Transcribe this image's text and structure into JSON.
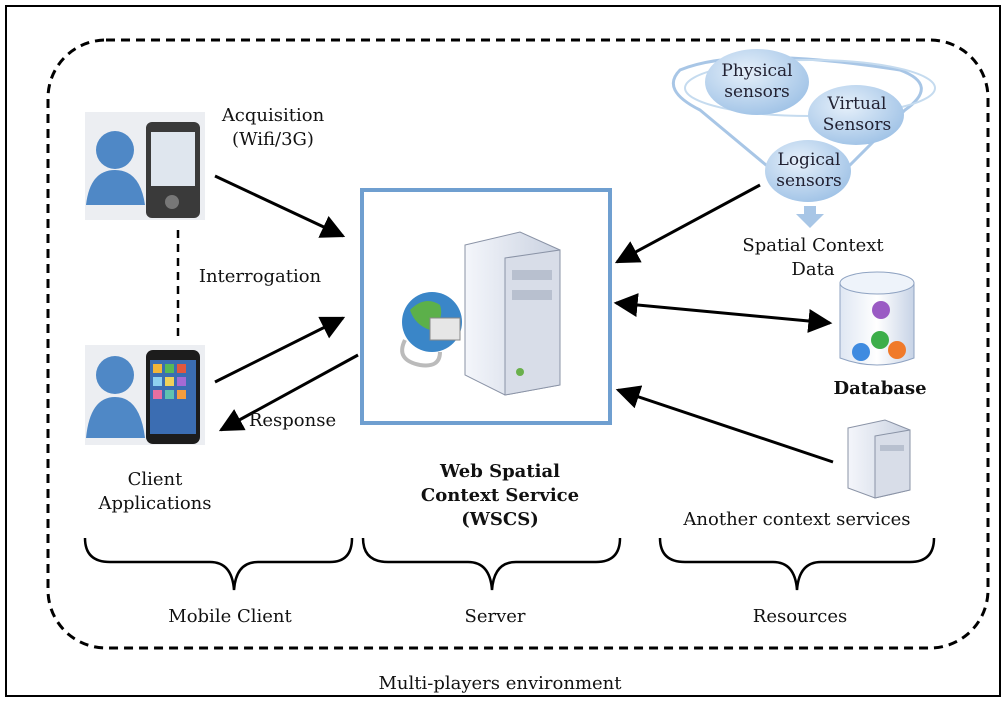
{
  "labels": {
    "acquisition_line1": "Acquisition",
    "acquisition_line2": "(Wifi/3G)",
    "interrogation": "Interrogation",
    "response": "Response",
    "client_apps_line1": "Client",
    "client_apps_line2": "Applications",
    "wscs_line1": "Web Spatial",
    "wscs_line2": "Context Service",
    "wscs_line3": "(WSCS)",
    "spatial_context_line1": "Spatial Context",
    "spatial_context_line2": "Data",
    "database": "Database",
    "another_services": "Another context services",
    "mobile_client": "Mobile Client",
    "server": "Server",
    "resources": "Resources",
    "environment": "Multi-players environment"
  },
  "sensors": {
    "physical_line1": "Physical",
    "physical_line2": "sensors",
    "virtual_line1": "Virtual",
    "virtual_line2": "Sensors",
    "logical_line1": "Logical",
    "logical_line2": "sensors"
  },
  "colors": {
    "server_frame": "#6f9fd0",
    "sensor_blob": "#b9d4ee",
    "user_icon": "#4f88c6",
    "arrow": "#000000"
  }
}
